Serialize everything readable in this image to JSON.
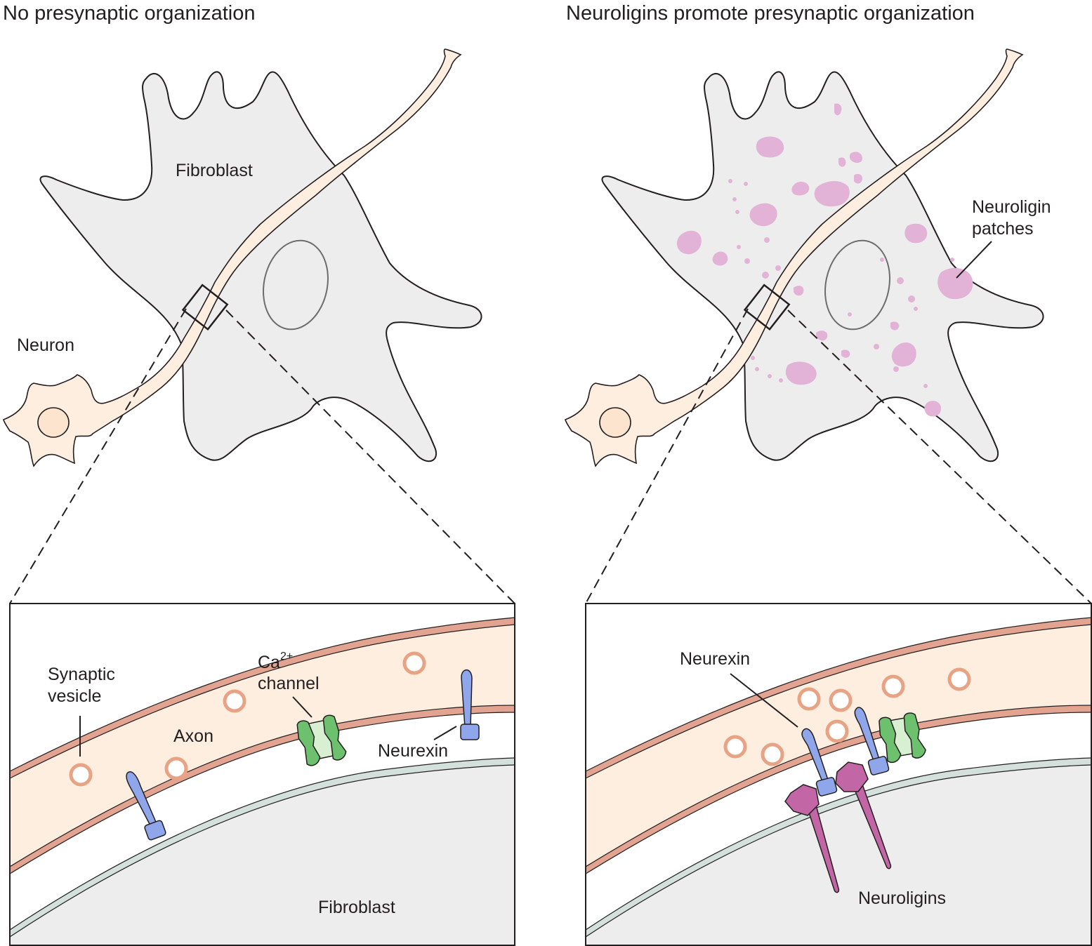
{
  "left_panel": {
    "title": "No presynaptic organization",
    "fibroblast_label": "Fibroblast",
    "neuron_label": "Neuron",
    "inset": {
      "synaptic_vesicle_label_line1": "Synaptic",
      "synaptic_vesicle_label_line2": "vesicle",
      "axon_label": "Axon",
      "ca_label_base": "Ca",
      "ca_label_sup": "2+",
      "channel_label": "channel",
      "neurexin_label": "Neurexin",
      "fibroblast_label": "Fibroblast"
    }
  },
  "right_panel": {
    "title": "Neuroligins promote presynaptic organization",
    "neuroligin_patches_line1": "Neuroligin",
    "neuroligin_patches_line2": "patches",
    "inset": {
      "neurexin_label": "Neurexin",
      "neuroligins_label": "Neuroligins"
    }
  },
  "colors": {
    "fibroblast_fill": "#ededed",
    "neuron_fill": "#fdeee0",
    "axon_membrane": "#e2a491",
    "vesicle_ring": "#e8a385",
    "neurexin": "#8fa6ea",
    "channel_dark": "#6cc06e",
    "channel_light": "#d8efd2",
    "neuroligin": "#c266a6",
    "patch": "#e2b3d6",
    "fibroblast_membrane": "#d3e0dc",
    "outline": "#231f20"
  }
}
